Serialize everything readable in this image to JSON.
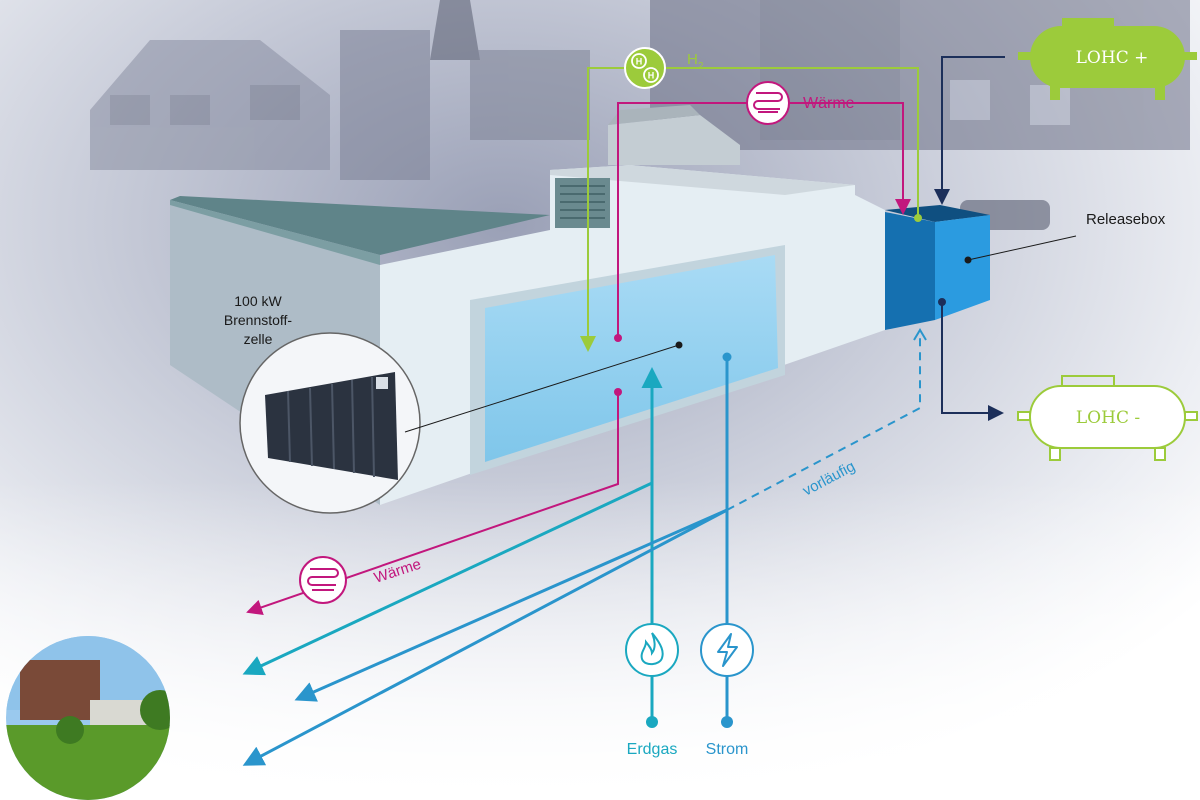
{
  "labels": {
    "fuel_cell": [
      "100 kW",
      "Brennstoff-",
      "zelle"
    ],
    "hydrogen_main": "H",
    "hydrogen_sub": "2",
    "heat_top": "Wärme",
    "heat_bottom": "Wärme",
    "releasebox": "Releasebox",
    "tank_full": "LOHC +",
    "tank_empty": "LOHC -",
    "provisional": "vorläufig",
    "gas": "Erdgas",
    "power": "Strom"
  },
  "colors": {
    "hydrogen": "#9ccb3b",
    "heat": "#c2177d",
    "gas": "#1aa8c0",
    "power": "#2a95cc",
    "navy": "#1c2f5a",
    "box_blue": "#1e8fd0",
    "panel_blue": "#9fd3f0"
  },
  "icons": {
    "hydrogen": "hydrogen-molecule-icon",
    "heat": "heating-coil-icon",
    "gas": "flame-icon",
    "power": "lightning-icon"
  }
}
